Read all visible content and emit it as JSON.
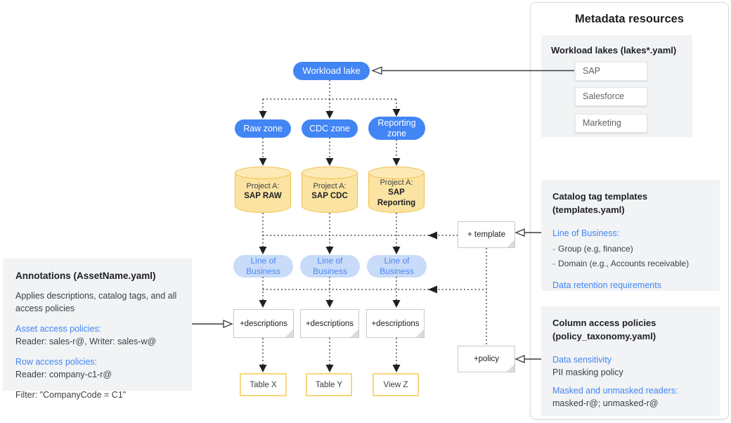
{
  "diagram": {
    "workload_lake": "Workload lake",
    "zones": [
      "Raw zone",
      "CDC zone",
      "Reporting zone"
    ],
    "projects": [
      {
        "prefix": "Project A:",
        "name": "SAP RAW"
      },
      {
        "prefix": "Project A:",
        "name": "SAP CDC"
      },
      {
        "prefix": "Project A:",
        "name": "SAP Reporting"
      }
    ],
    "lob_pills": [
      "Line of Business",
      "Line of Business",
      "Line of Business"
    ],
    "description_notes": [
      "+descriptions",
      "+descriptions",
      "+descriptions"
    ],
    "template_note": "+ template",
    "policy_note": "+policy",
    "outputs": [
      "Table X",
      "Table Y",
      "View Z"
    ]
  },
  "annotations_panel": {
    "title": "Annotations (AssetName.yaml)",
    "intro": "Applies descriptions, catalog tags, and all access policies",
    "asset_heading": "Asset access policies:",
    "asset_body": "Reader: sales-r@, Writer: sales-w@",
    "row_heading": "Row access policies:",
    "row_body": "Reader: company-c1-r@",
    "filter": "Filter: \"CompanyCode = C1\""
  },
  "metadata_panel": {
    "title": "Metadata resources",
    "workload_lakes": {
      "heading": "Workload lakes (lakes*.yaml)",
      "items": [
        "SAP",
        "Salesforce",
        "Marketing"
      ]
    },
    "catalog_templates": {
      "heading_line1": "Catalog tag templates",
      "heading_line2": "(templates.yaml)",
      "lob_label": "Line of Business:",
      "bullets": [
        {
          "marker": "-",
          "text": "Group (e.g, finance)"
        },
        {
          "marker": "-",
          "text": "Domain (e.g., Accounts receivable)"
        }
      ],
      "retention_label": "Data retention requirements"
    },
    "column_policies": {
      "heading_line1": "Column access policies",
      "heading_line2": "(policy_taxonomy.yaml)",
      "sensitivity_label": "Data sensitivity",
      "sensitivity_body": "PII masking policy",
      "readers_label": "Masked and unmasked readers:",
      "readers_body": "masked-r@; unmasked-r@"
    }
  },
  "colors": {
    "accent_blue": "#4285F4",
    "pill_light_blue": "#C8DBF9",
    "panel_gray": "#F1F3F4",
    "cylinder_fill": "#FBE3A1",
    "cylinder_stroke": "#EFC14E",
    "table_border": "#F7D77D",
    "line_gray": "#3A3D40"
  }
}
